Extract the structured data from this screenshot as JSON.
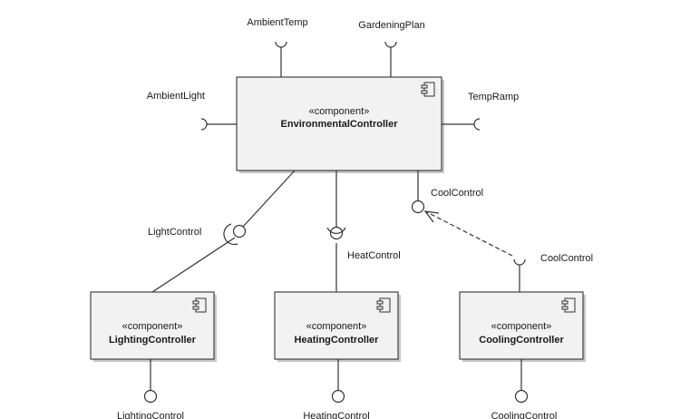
{
  "components": {
    "environmental": {
      "stereotype": "«component»",
      "name": "EnvironmentalController"
    },
    "lighting": {
      "stereotype": "«component»",
      "name": "LightingController"
    },
    "heating": {
      "stereotype": "«component»",
      "name": "HeatingController"
    },
    "cooling": {
      "stereotype": "«component»",
      "name": "CoolingController"
    }
  },
  "interfaces": {
    "ambient_temp": "AmbientTemp",
    "gardening_plan": "GardeningPlan",
    "ambient_light": "AmbientLight",
    "temp_ramp": "TempRamp",
    "cool_control_provided": "CoolControl",
    "cool_control_required": "CoolControl",
    "light_control": "LightControl",
    "heat_control": "HeatControl",
    "lighting_control": "LightingControl",
    "heating_control": "HeatingControl",
    "cooling_control": "CoolingControl"
  }
}
